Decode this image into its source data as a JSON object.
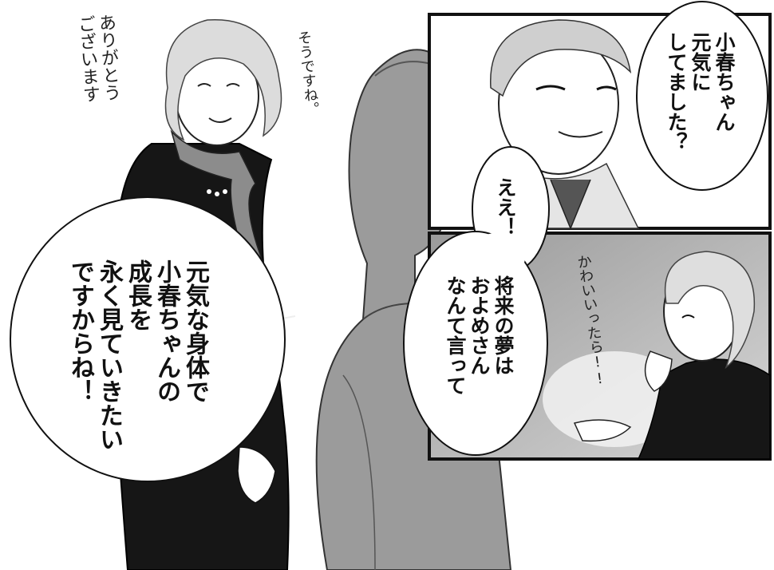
{
  "panel_right_top": {
    "speech": "小春ちゃん\n元気に\nしてました？"
  },
  "panel_right_bottom": {
    "speech_ee": "ええ！",
    "speech_dream": "将来の夢は\nおよめさん\nなんて言って",
    "sfx_kawaii": "かわいいったら!!"
  },
  "panel_main": {
    "speech_left": "元気な身体で\n小春ちゃんの\n成長を\n永く見ていきたい\nですからね！",
    "hand_thanks": "ありがとう\nございます",
    "hand_sou": "そうですね。"
  }
}
